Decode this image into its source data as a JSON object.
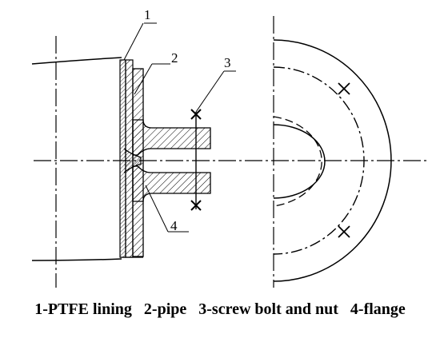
{
  "callouts": {
    "c1": "1",
    "c2": "2",
    "c3": "3",
    "c4": "4"
  },
  "caption": [
    "1-PTFE lining",
    "2-pipe",
    "3-screw bolt and nut",
    "4-flange"
  ]
}
